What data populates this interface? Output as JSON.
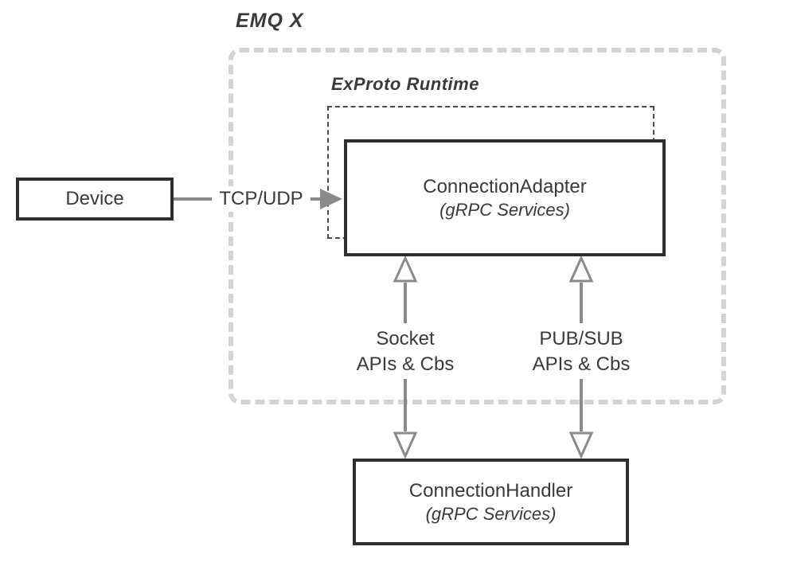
{
  "diagram": {
    "title": "EMQ X",
    "runtime_label": "ExProto Runtime",
    "nodes": {
      "device": {
        "label": "Device"
      },
      "adapter": {
        "label": "ConnectionAdapter",
        "sublabel": "(gRPC Services)"
      },
      "handler": {
        "label": "ConnectionHandler",
        "sublabel": "(gRPC Services)"
      }
    },
    "edges": {
      "tcp_udp": {
        "label": "TCP/UDP",
        "direction": "device-to-adapter"
      },
      "socket": {
        "label_line1": "Socket",
        "label_line2": "APIs & Cbs",
        "direction": "bidirectional"
      },
      "pubsub": {
        "label_line1": "PUB/SUB",
        "label_line2": "APIs & Cbs",
        "direction": "bidirectional"
      }
    },
    "colors": {
      "node_border": "#2e2e2e",
      "outer_dash": "#d4d4d4",
      "runtime_dash": "#4a4a4a",
      "arrow": "#8a8a8a",
      "text": "#3a3a3a",
      "background": "#ffffff"
    }
  }
}
